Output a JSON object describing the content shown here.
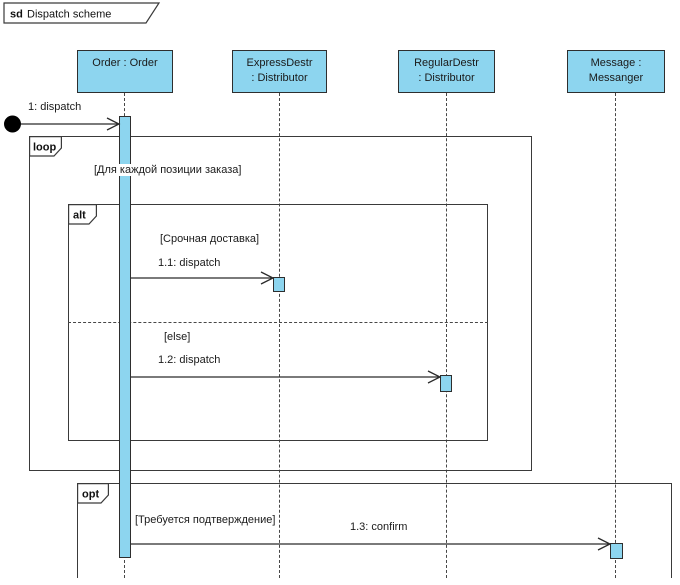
{
  "frame": {
    "keyword": "sd",
    "title": "Dispatch scheme"
  },
  "lifelines": [
    {
      "line1": "Order : Order",
      "line2": ""
    },
    {
      "line1": "ExpressDestr",
      "line2": ": Distributor"
    },
    {
      "line1": "RegularDestr",
      "line2": ": Distributor"
    },
    {
      "line1": "Message :",
      "line2": "Messanger"
    }
  ],
  "fragments": {
    "loop": {
      "keyword": "loop",
      "guard": "[Для каждой позиции заказа]"
    },
    "alt": {
      "keyword": "alt",
      "guard_if": "[Срочная доставка]",
      "guard_else": "[else]"
    },
    "opt": {
      "keyword": "opt",
      "guard": "[Требуется подтверждение]"
    }
  },
  "messages": {
    "m1": "1: dispatch",
    "m11": "1.1: dispatch",
    "m12": "1.2: dispatch",
    "m13": "1.3: confirm"
  },
  "colors": {
    "shape_fill": "#8dd5ef",
    "stroke": "#2e2e2e",
    "frame_stroke": "#3a3a3a"
  }
}
